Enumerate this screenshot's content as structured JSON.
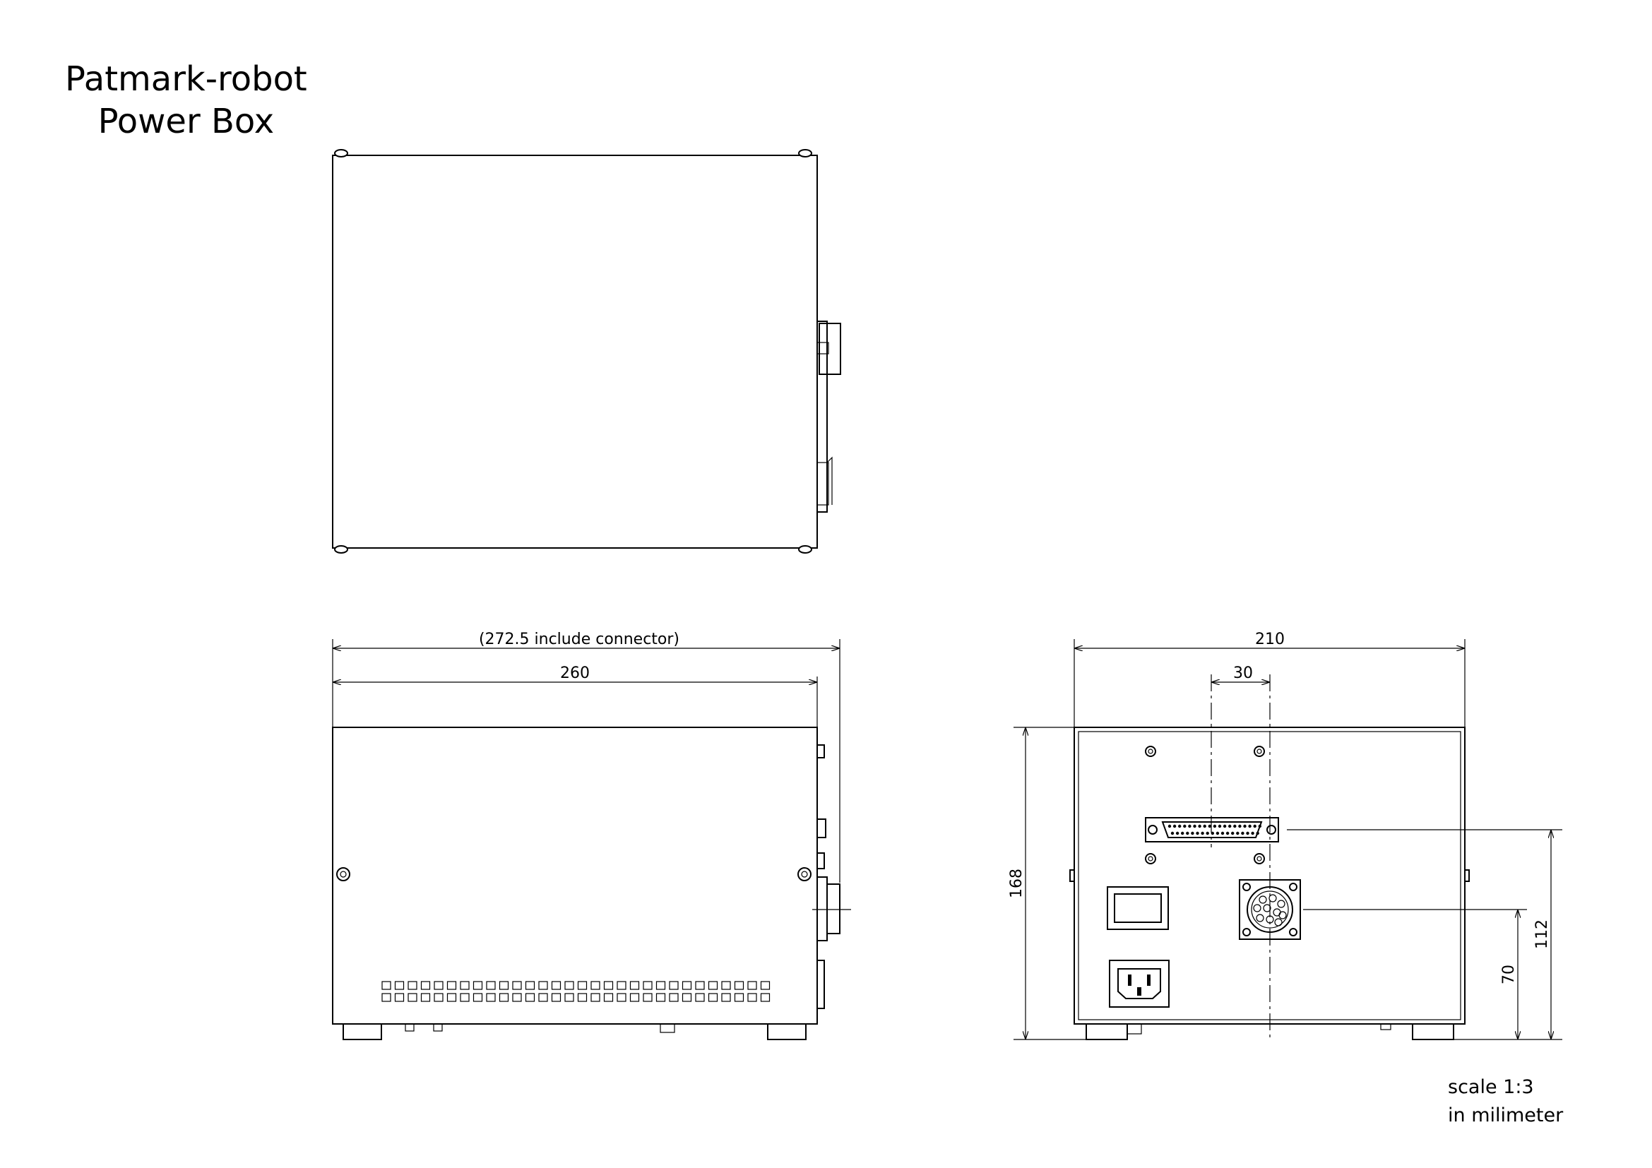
{
  "title": {
    "line1": "Patmark-robot",
    "line2": "Power Box"
  },
  "dimensions": {
    "overall_length": "(272.5  include connector)",
    "length": "260",
    "width": "210",
    "connector_offset": "30",
    "height": "168",
    "connector_height": "112",
    "round_connector_height": "70"
  },
  "notes": {
    "scale": "scale 1:3",
    "unit": "in milimeter"
  }
}
